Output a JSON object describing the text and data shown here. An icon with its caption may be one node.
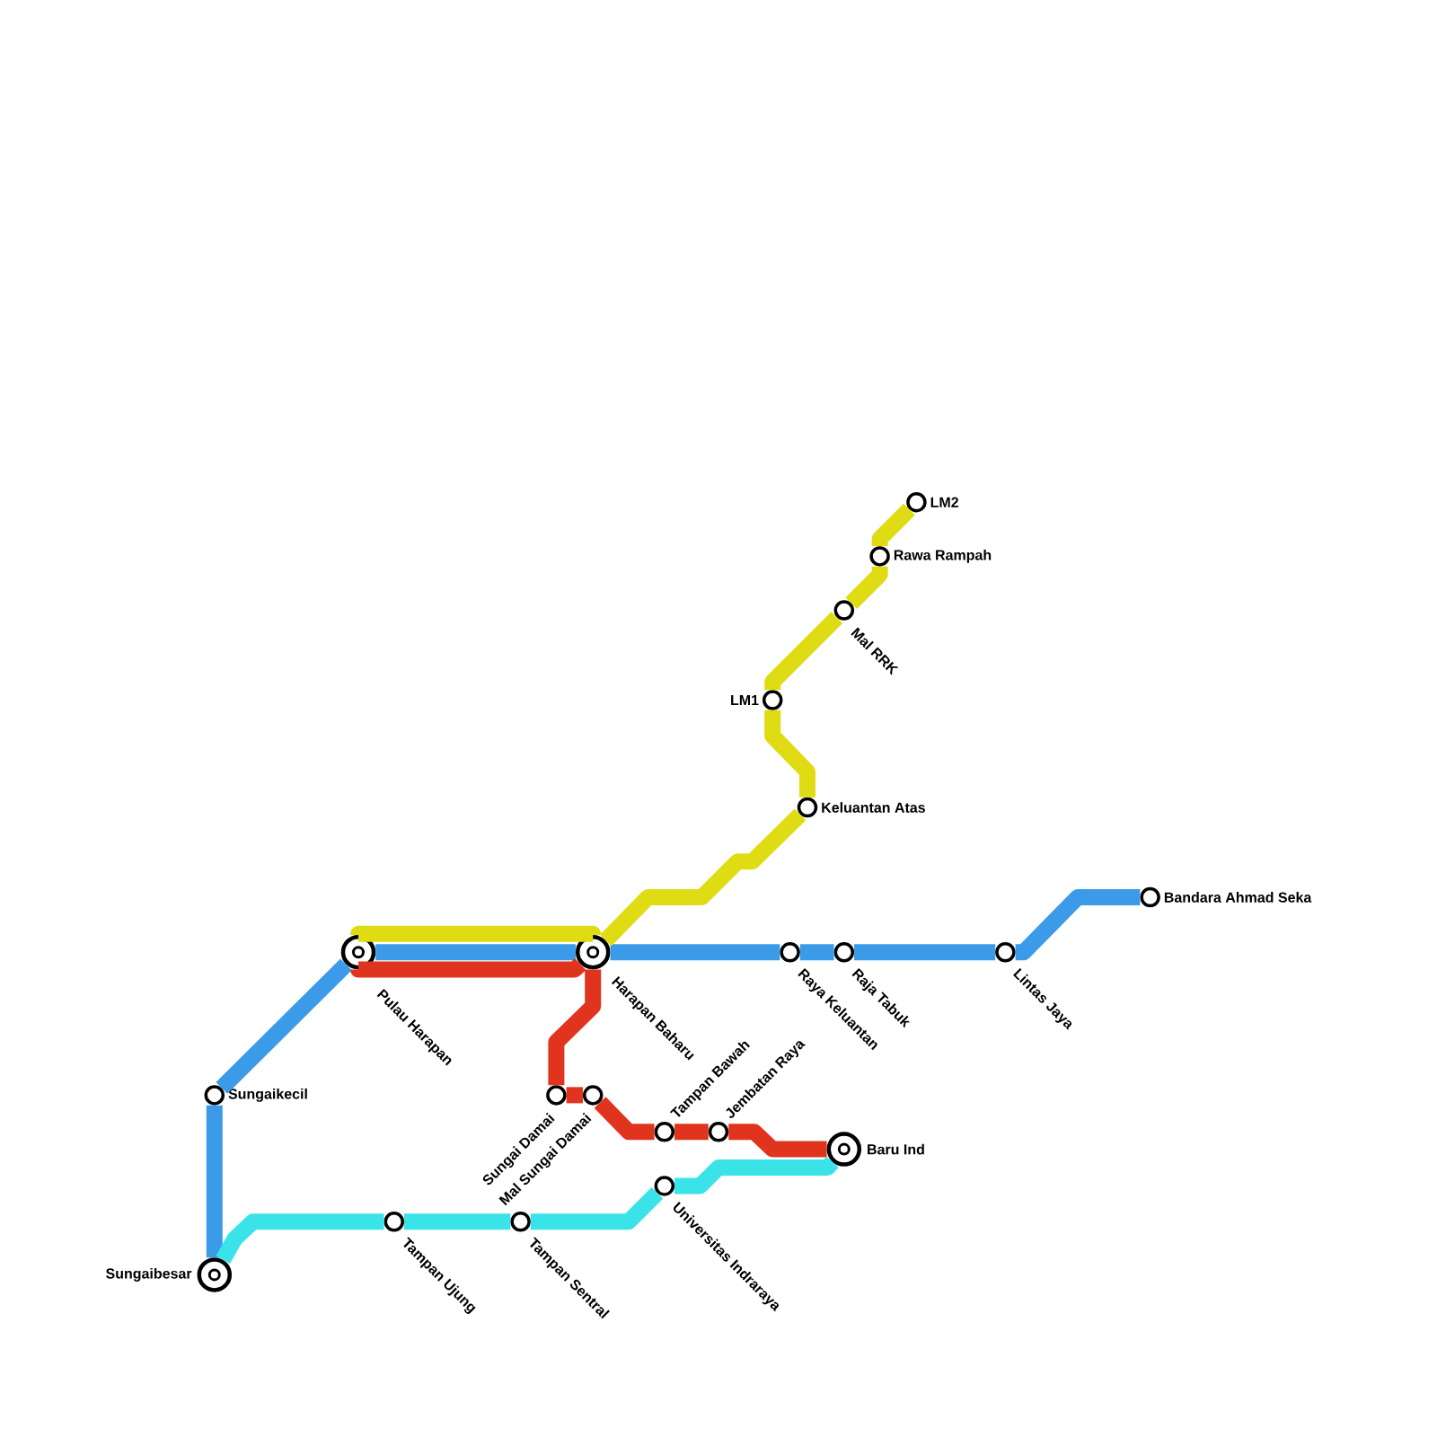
{
  "diagram": {
    "nodes": [
      {
        "text": [
          "LM2"
        ]
      },
      {
        "text": [
          "Rawa Rampah"
        ]
      },
      {
        "text": [
          "Mal RRK"
        ]
      },
      {
        "text": [
          "LM1"
        ]
      },
      {
        "text": [
          "Keluantan Atas"
        ]
      },
      {
        "text": [
          "Bandara Ahmad Seka"
        ]
      },
      {
        "text": [
          "Pulau Harapan"
        ]
      },
      {
        "text": [
          "Harapan Baharu"
        ]
      },
      {
        "text": [
          "Raya Keluantan"
        ]
      },
      {
        "text": [
          "Raja Tabuk"
        ]
      },
      {
        "text": [
          "Lintas Jaya"
        ]
      },
      {
        "text": [
          "Sungaikecil"
        ]
      },
      {
        "text": [
          "Sungai Damai"
        ]
      },
      {
        "text": [
          "Mal Sungai Damai"
        ]
      },
      {
        "text": [
          "Tampan Bawah"
        ]
      },
      {
        "text": [
          "Jembatan Raya"
        ]
      },
      {
        "text": [
          "Baru Ind"
        ]
      },
      {
        "text": [
          "Universitas Indraraya"
        ]
      },
      {
        "text": [
          "Tampan Ujung"
        ]
      },
      {
        "text": [
          "Tampan Sentral"
        ]
      },
      {
        "text": [
          "Sungaibesar"
        ]
      }
    ],
    "edges": [
      {
        "from": 20,
        "to": 11,
        "arrow": "none",
        "color": "#3b9be8"
      },
      {
        "from": 11,
        "to": 6,
        "arrow": "none",
        "color": "#3b9be8"
      },
      {
        "from": 6,
        "to": 7,
        "arrow": "none",
        "color": "#3b9be8"
      },
      {
        "from": 7,
        "to": 8,
        "arrow": "none",
        "color": "#3b9be8"
      },
      {
        "from": 8,
        "to": 9,
        "arrow": "none",
        "color": "#3b9be8"
      },
      {
        "from": 9,
        "to": 10,
        "arrow": "none",
        "color": "#3b9be8"
      },
      {
        "from": 10,
        "to": 5,
        "arrow": "none",
        "color": "#3b9be8"
      },
      {
        "from": 6,
        "to": 7,
        "arrow": "none",
        "color": "#e0dc14"
      },
      {
        "from": 7,
        "to": 4,
        "arrow": "none",
        "color": "#e0dc14"
      },
      {
        "from": 4,
        "to": 3,
        "arrow": "none",
        "color": "#e0dc14"
      },
      {
        "from": 3,
        "to": 2,
        "arrow": "none",
        "color": "#e0dc14"
      },
      {
        "from": 2,
        "to": 1,
        "arrow": "none",
        "color": "#e0dc14"
      },
      {
        "from": 1,
        "to": 0,
        "arrow": "none",
        "color": "#e0dc14"
      },
      {
        "from": 6,
        "to": 7,
        "arrow": "none",
        "color": "#e0341e"
      },
      {
        "from": 7,
        "to": 12,
        "arrow": "none",
        "color": "#e0341e"
      },
      {
        "from": 12,
        "to": 13,
        "arrow": "none",
        "color": "#e0341e"
      },
      {
        "from": 13,
        "to": 14,
        "arrow": "none",
        "color": "#e0341e"
      },
      {
        "from": 14,
        "to": 15,
        "arrow": "none",
        "color": "#e0341e"
      },
      {
        "from": 15,
        "to": 16,
        "arrow": "none",
        "color": "#e0341e"
      },
      {
        "from": 20,
        "to": 18,
        "arrow": "none",
        "color": "#3ae3e8"
      },
      {
        "from": 18,
        "to": 19,
        "arrow": "none",
        "color": "#3ae3e8"
      },
      {
        "from": 19,
        "to": 17,
        "arrow": "none",
        "color": "#3ae3e8"
      },
      {
        "from": 17,
        "to": 16,
        "arrow": "none",
        "color": "#3ae3e8"
      }
    ]
  }
}
